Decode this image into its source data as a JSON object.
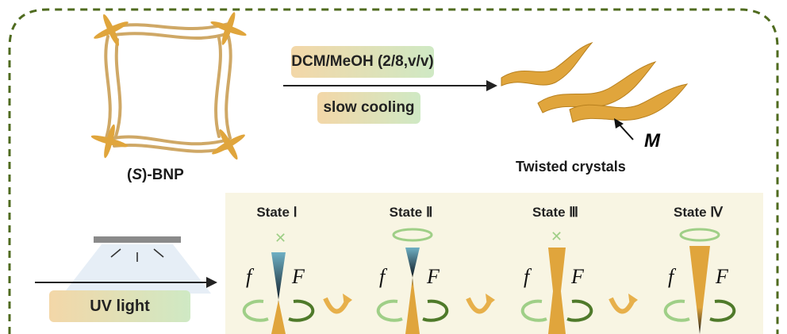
{
  "colors": {
    "gold": "#e0a53c",
    "dark_gold": "#c98a22",
    "dash_green": "#4f6b1f",
    "pill_start": "#f3d7a8",
    "pill_end": "#cfe9c4",
    "panel_bg": "#f8f5e3",
    "teal": "#7fb7c6",
    "arrow_green": "#6b9a3c"
  },
  "top": {
    "molecule_label_prefix": "(",
    "molecule_label_italic": "S",
    "molecule_label_suffix": ")-BNP",
    "solvent_label": "DCM/MeOH (2/8,v/v)",
    "cooling_label": "slow cooling",
    "crystals_label": "Twisted crystals",
    "helicity_label": "M"
  },
  "bottom": {
    "uv_label": "UV light",
    "states": [
      {
        "title": "State  Ⅰ",
        "left": "f",
        "right": "F"
      },
      {
        "title": "State  Ⅱ",
        "left": "f",
        "right": "F"
      },
      {
        "title": "State  Ⅲ",
        "left": "f",
        "right": "F"
      },
      {
        "title": "State  Ⅳ",
        "left": "f",
        "right": "F"
      }
    ]
  }
}
